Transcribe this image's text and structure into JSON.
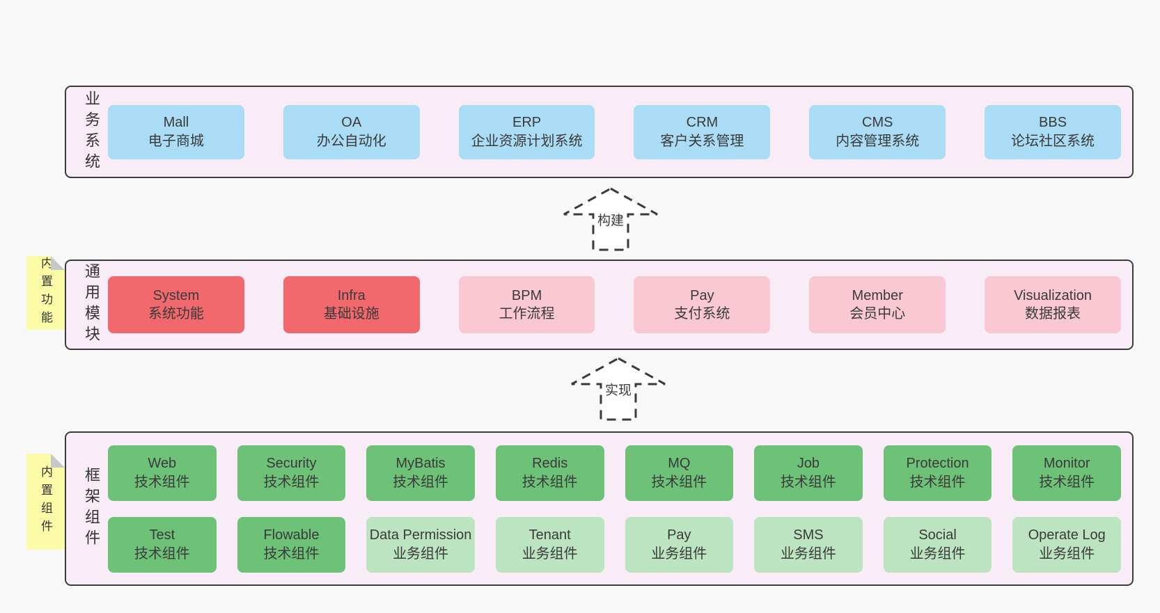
{
  "colors": {
    "page": "#f8f8f8",
    "panelbg": "#f8edf6",
    "border": "#3b3b3b",
    "ink": "#333333",
    "blue": "#aadcf5",
    "red": "#f2696d",
    "pink": "#f9c8d2",
    "green": "#6dc278",
    "lightgreen": "#bce4c0",
    "yellow": "#fbfba8",
    "fold": "#c8c8c8"
  },
  "arrows": {
    "build": "构建",
    "implement": "实现"
  },
  "layers": {
    "business": {
      "label": "业务系统",
      "boxes": [
        {
          "name": "Mall",
          "desc": "电子商城"
        },
        {
          "name": "OA",
          "desc": "办公自动化"
        },
        {
          "name": "ERP",
          "desc": "企业资源计划系统"
        },
        {
          "name": "CRM",
          "desc": "客户关系管理"
        },
        {
          "name": "CMS",
          "desc": "内容管理系统"
        },
        {
          "name": "BBS",
          "desc": "论坛社区系统"
        }
      ]
    },
    "modules": {
      "label": "通用模块",
      "note": "内置功能",
      "boxes": [
        {
          "name": "System",
          "desc": "系统功能"
        },
        {
          "name": "Infra",
          "desc": "基础设施"
        },
        {
          "name": "BPM",
          "desc": "工作流程"
        },
        {
          "name": "Pay",
          "desc": "支付系统"
        },
        {
          "name": "Member",
          "desc": "会员中心"
        },
        {
          "name": "Visualization",
          "desc": "数据报表"
        }
      ]
    },
    "components": {
      "label": "框架组件",
      "note": "内置组件",
      "row1": [
        {
          "name": "Web",
          "desc": "技术组件"
        },
        {
          "name": "Security",
          "desc": "技术组件"
        },
        {
          "name": "MyBatis",
          "desc": "技术组件"
        },
        {
          "name": "Redis",
          "desc": "技术组件"
        },
        {
          "name": "MQ",
          "desc": "技术组件"
        },
        {
          "name": "Job",
          "desc": "技术组件"
        },
        {
          "name": "Protection",
          "desc": "技术组件"
        },
        {
          "name": "Monitor",
          "desc": "技术组件"
        }
      ],
      "row2": [
        {
          "name": "Test",
          "desc": "技术组件"
        },
        {
          "name": "Flowable",
          "desc": "技术组件"
        },
        {
          "name": "Data Permission",
          "desc": "业务组件"
        },
        {
          "name": "Tenant",
          "desc": "业务组件"
        },
        {
          "name": "Pay",
          "desc": "业务组件"
        },
        {
          "name": "SMS",
          "desc": "业务组件"
        },
        {
          "name": "Social",
          "desc": "业务组件"
        },
        {
          "name": "Operate Log",
          "desc": "业务组件"
        }
      ]
    }
  }
}
